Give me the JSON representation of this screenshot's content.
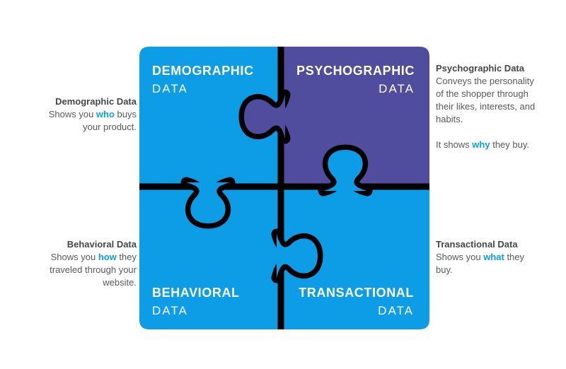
{
  "pieces": {
    "demographic": {
      "title": "DEMOGRAPHIC",
      "subtitle": "DATA",
      "color": "#0d9ce6"
    },
    "psychographic": {
      "title": "PSYCHOGRAPHIC",
      "subtitle": "DATA",
      "color": "#504c9e"
    },
    "behavioral": {
      "title": "BEHAVIORAL",
      "subtitle": "DATA",
      "color": "#0d9ce6"
    },
    "transactional": {
      "title": "TRANSACTIONAL",
      "subtitle": "DATA",
      "color": "#0d9ce6"
    }
  },
  "annotations": {
    "demographic": {
      "heading": "Demographic Data",
      "pre": "Shows you ",
      "highlight": "who",
      "post": " buys your product."
    },
    "psychographic": {
      "heading": "Psychographic Data",
      "body": "Conveys the personality of the shopper through their likes, interests, and habits.",
      "pre": "It shows ",
      "highlight": "why",
      "post": " they buy."
    },
    "behavioral": {
      "heading": "Behavioral Data",
      "pre": "Shows you ",
      "highlight": "how",
      "post": " they traveled through your website."
    },
    "transactional": {
      "heading": "Transactional Data",
      "pre": "Shows you ",
      "highlight": "what",
      "post": " they buy."
    }
  },
  "colors": {
    "piece_blue": "#0d9ce6",
    "piece_purple": "#504c9e",
    "outline_black": "#000000",
    "label_text": "#ffffff",
    "heading_text": "#464649",
    "body_text": "#595a5d",
    "highlight_blue": "#0d9ce6",
    "background": "#ffffff"
  }
}
